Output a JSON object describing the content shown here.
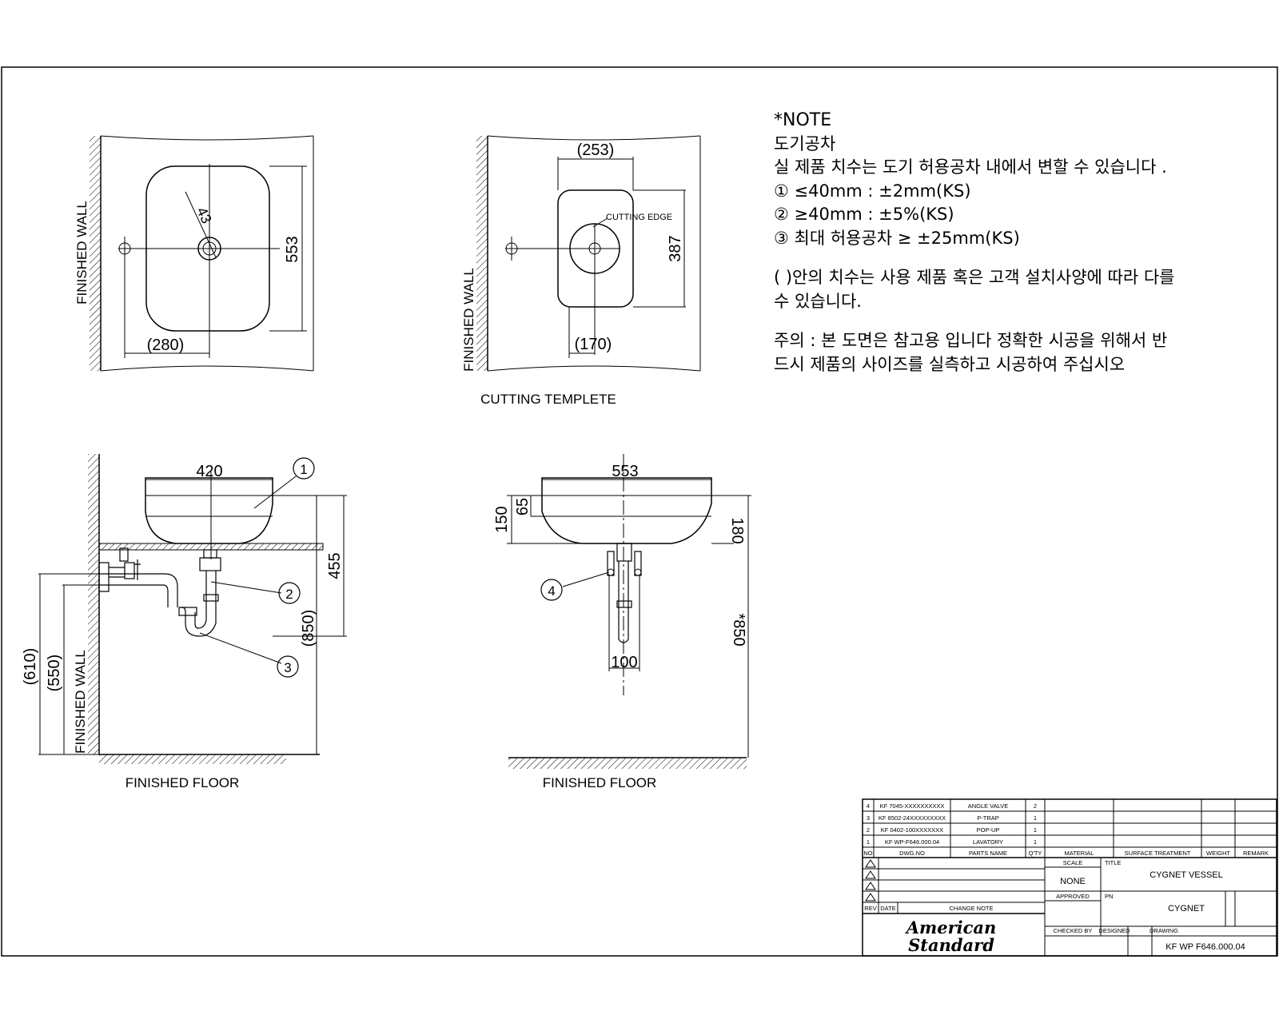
{
  "note": {
    "title": "*NOTE",
    "line1": "도기공차",
    "line2": "실 제품 치수는 도기 허용공차 내에서 변할 수 있습니다 .",
    "tol1": "① ≤40mm : ±2mm(KS)",
    "tol2": "② ≥40mm : ±5%(KS)",
    "tol3": "③ 최대 허용공차 ≥ ±25mm(KS)",
    "para2_a": "( )안의 치수는 사용 제품 혹은 고객 설치사양에 따라 다를",
    "para2_b": "수 있습니다.",
    "para3_a": "주의 : 본 도면은 참고용 입니다 정확한 시공을 위해서 반",
    "para3_b": "드시 제품의 사이즈를 실측하고 시공하여 주십시오"
  },
  "top_view": {
    "wall_label": "FINISHED WALL",
    "dim_width": "(280)",
    "dim_height": "553",
    "dim_drain": "43"
  },
  "template_view": {
    "wall_label": "FINISHED WALL",
    "dim_top": "(253)",
    "dim_bottom": "(170)",
    "dim_height": "387",
    "cutting_edge": "CUTTING EDGE",
    "caption": "CUTTING TEMPLETE"
  },
  "side_view": {
    "wall_label": "FINISHED WALL",
    "floor_label": "FINISHED FLOOR",
    "dim_width": "420",
    "dim_455": "455",
    "dim_850": "(850)",
    "dim_610": "(610)",
    "dim_550": "(550)",
    "callout1": "1",
    "callout2": "2",
    "callout3": "3"
  },
  "front_view": {
    "floor_label": "FINISHED FLOOR",
    "dim_width": "553",
    "dim_150": "150",
    "dim_65": "65",
    "dim_180": "180",
    "dim_850": "*850",
    "dim_100": "100",
    "callout4": "4"
  },
  "title_block": {
    "parts": [
      {
        "no": "4",
        "dwg": "KF 7045-XXXXXXXXXX",
        "name": "ANGLE VALVE",
        "qty": "2"
      },
      {
        "no": "3",
        "dwg": "KF 8502-24XXXXXXXXX",
        "name": "P-TRAP",
        "qty": "1"
      },
      {
        "no": "2",
        "dwg": "KF 0402-100XXXXXXX",
        "name": "POP-UP",
        "qty": "1"
      },
      {
        "no": "1",
        "dwg": "KF WP-F646.000.04",
        "name": "LAVATORY",
        "qty": "1"
      }
    ],
    "header": {
      "no": "NO",
      "dwg": "DWG.NO",
      "name": "PARTS NAME",
      "qty": "Q'TY",
      "material": "MATERIAL",
      "surface": "SURFACE TREATMENT",
      "weight": "WEIGHT",
      "remark": "REMARK"
    },
    "rev": "REV",
    "date": "DATE",
    "change": "CHANGE NOTE",
    "scale_label": "SCALE",
    "scale": "NONE",
    "approved": "APPROVED",
    "checked": "CHECKED BY",
    "designed": "DESIGNED",
    "drawing": "DRAWING",
    "title_label": "TITLE",
    "title": "CYGNET VESSEL",
    "pn_label": "PN",
    "pn": "CYGNET",
    "dwg_no": "KF WP F646.000.04",
    "brand1": "American",
    "brand2": "Standard"
  }
}
